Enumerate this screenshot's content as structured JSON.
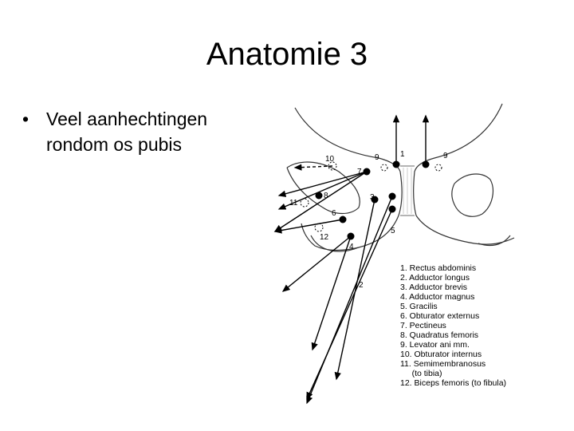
{
  "slide": {
    "title": "Anatomie 3",
    "bullets": [
      {
        "marker": "•",
        "text": "Veel aanhechtingen rondom os pubis"
      }
    ]
  },
  "figure": {
    "number_labels": [
      "1",
      "2",
      "3",
      "4",
      "5",
      "6",
      "7",
      "8",
      "9",
      "9",
      "10",
      "11",
      "12"
    ],
    "legend": [
      "1. Rectus abdominis",
      "2. Adductor longus",
      "3. Adductor brevis",
      "4. Adductor magnus",
      "5. Gracilis",
      "6. Obturator externus",
      "7. Pectineus",
      "8. Quadratus femoris",
      "9. Levator ani mm.",
      "10. Obturator internus",
      "11. Semimembranosus",
      "     (to tibia)",
      "12. Biceps femoris (to fibula)"
    ]
  }
}
